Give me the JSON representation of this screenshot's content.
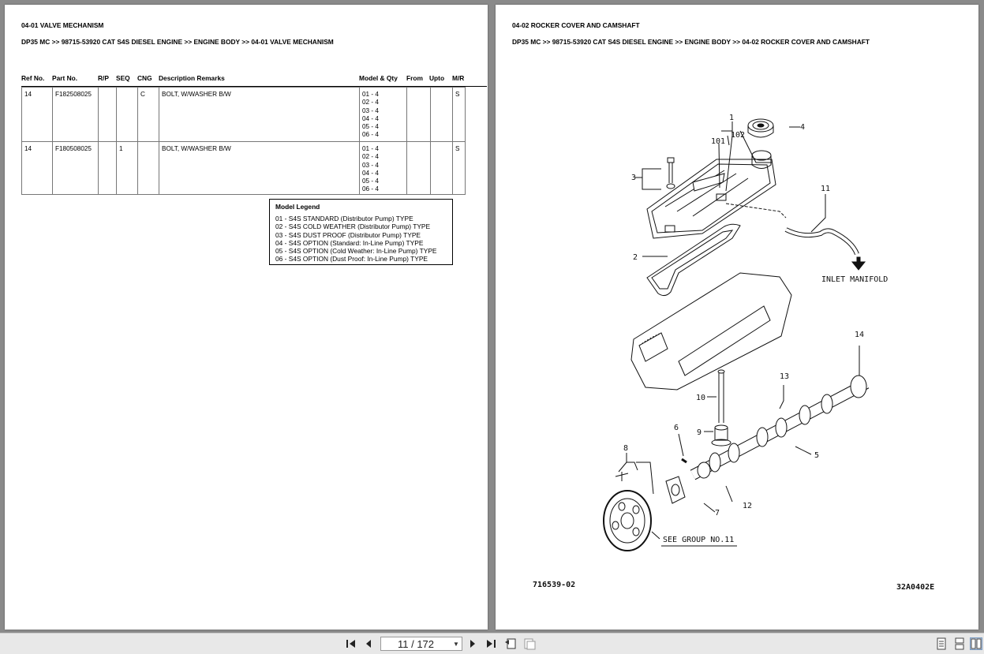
{
  "left_page": {
    "title": "04-01 VALVE MECHANISM",
    "breadcrumb": "DP35 MC >> 98715-53920 CAT S4S DIESEL ENGINE >> ENGINE BODY >> 04-01 VALVE MECHANISM",
    "columns": [
      "Ref No.",
      "Part No.",
      "R/P",
      "SEQ",
      "CNG",
      "Description Remarks",
      "Model & Qty",
      "From",
      "Upto",
      "M/R"
    ],
    "rows": [
      {
        "ref": "14",
        "part": "F182508025",
        "rp": "",
        "seq": "",
        "cng": "C",
        "desc": "BOLT, W/WASHER B/W",
        "model_qty": "01 - 4\n02 - 4\n03 - 4\n04 - 4\n05 - 4\n06 - 4",
        "from": "",
        "upto": "",
        "mr": "S"
      },
      {
        "ref": "14",
        "part": "F180508025",
        "rp": "",
        "seq": "1",
        "cng": "",
        "desc": "BOLT, W/WASHER B/W",
        "model_qty": "01 - 4\n02 - 4\n03 - 4\n04 - 4\n05 - 4\n06 - 4",
        "from": "",
        "upto": "",
        "mr": "S"
      }
    ],
    "legend": {
      "title": "Model Legend",
      "items": [
        "01 - S4S STANDARD (Distributor Pump) TYPE",
        "02 - S4S COLD WEATHER (Distributor Pump) TYPE",
        "03 - S4S DUST PROOF (Distributor Pump) TYPE",
        "04 - S4S OPTION (Standard: In-Line Pump) TYPE",
        "05 - S4S OPTION (Cold Weather: In-Line Pump) TYPE",
        "06 - S4S OPTION (Dust Proof: In-Line Pump) TYPE"
      ]
    }
  },
  "right_page": {
    "title": "04-02 ROCKER COVER AND CAMSHAFT",
    "breadcrumb": "DP35 MC >> 98715-53920 CAT S4S DIESEL ENGINE >> ENGINE BODY >> 04-02 ROCKER COVER AND CAMSHAFT",
    "callouts": [
      "1",
      "101",
      "102",
      "4",
      "3",
      "11",
      "2",
      "14",
      "13",
      "10",
      "6",
      "9",
      "5",
      "8",
      "12",
      "7"
    ],
    "notes": {
      "inlet": "INLET MANIFOLD",
      "see_group": "SEE GROUP NO.11",
      "drawing_no": "716539-02",
      "figure_code": "32A0402E"
    }
  },
  "toolbar": {
    "page_indicator": "11 / 172",
    "icons": [
      "first-page-icon",
      "prev-page-icon",
      "next-page-icon",
      "last-page-icon",
      "go-back-icon",
      "go-forward-icon",
      "single-page-view-icon",
      "continuous-view-icon",
      "two-page-view-icon"
    ]
  }
}
